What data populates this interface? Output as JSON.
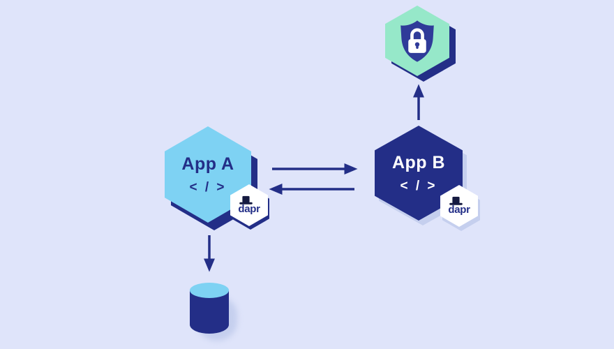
{
  "diagram": {
    "colors": {
      "background": "#dfe4fa",
      "navy": "#232e87",
      "sky": "#7ed2f3",
      "mint": "#96e8c9",
      "shield": "#2f3b99",
      "soft_shadow": "#c5cfee",
      "white": "#ffffff",
      "hat": "#151a40"
    },
    "nodes": {
      "app_a": {
        "label": "App A",
        "code_glyph": "< / >",
        "type": "application-hexagon",
        "fill": "#7ed2f3",
        "text_color": "#232e87",
        "sidecar_label": "dapr"
      },
      "app_b": {
        "label": "App B",
        "code_glyph": "< / >",
        "type": "application-hexagon",
        "fill": "#232e87",
        "text_color": "#ffffff",
        "sidecar_label": "dapr"
      },
      "security": {
        "type": "security-hexagon",
        "icon": "shield-lock-icon",
        "fill": "#96e8c9"
      },
      "datastore": {
        "type": "database-cylinder",
        "fill": "#232e87",
        "top_fill": "#7ed2f3"
      }
    },
    "edges": [
      {
        "from": "app_a",
        "to": "app_b",
        "direction": "right"
      },
      {
        "from": "app_b",
        "to": "app_a",
        "direction": "left"
      },
      {
        "from": "app_b",
        "to": "security",
        "direction": "up"
      },
      {
        "from": "app_a",
        "to": "datastore",
        "direction": "down"
      }
    ]
  }
}
